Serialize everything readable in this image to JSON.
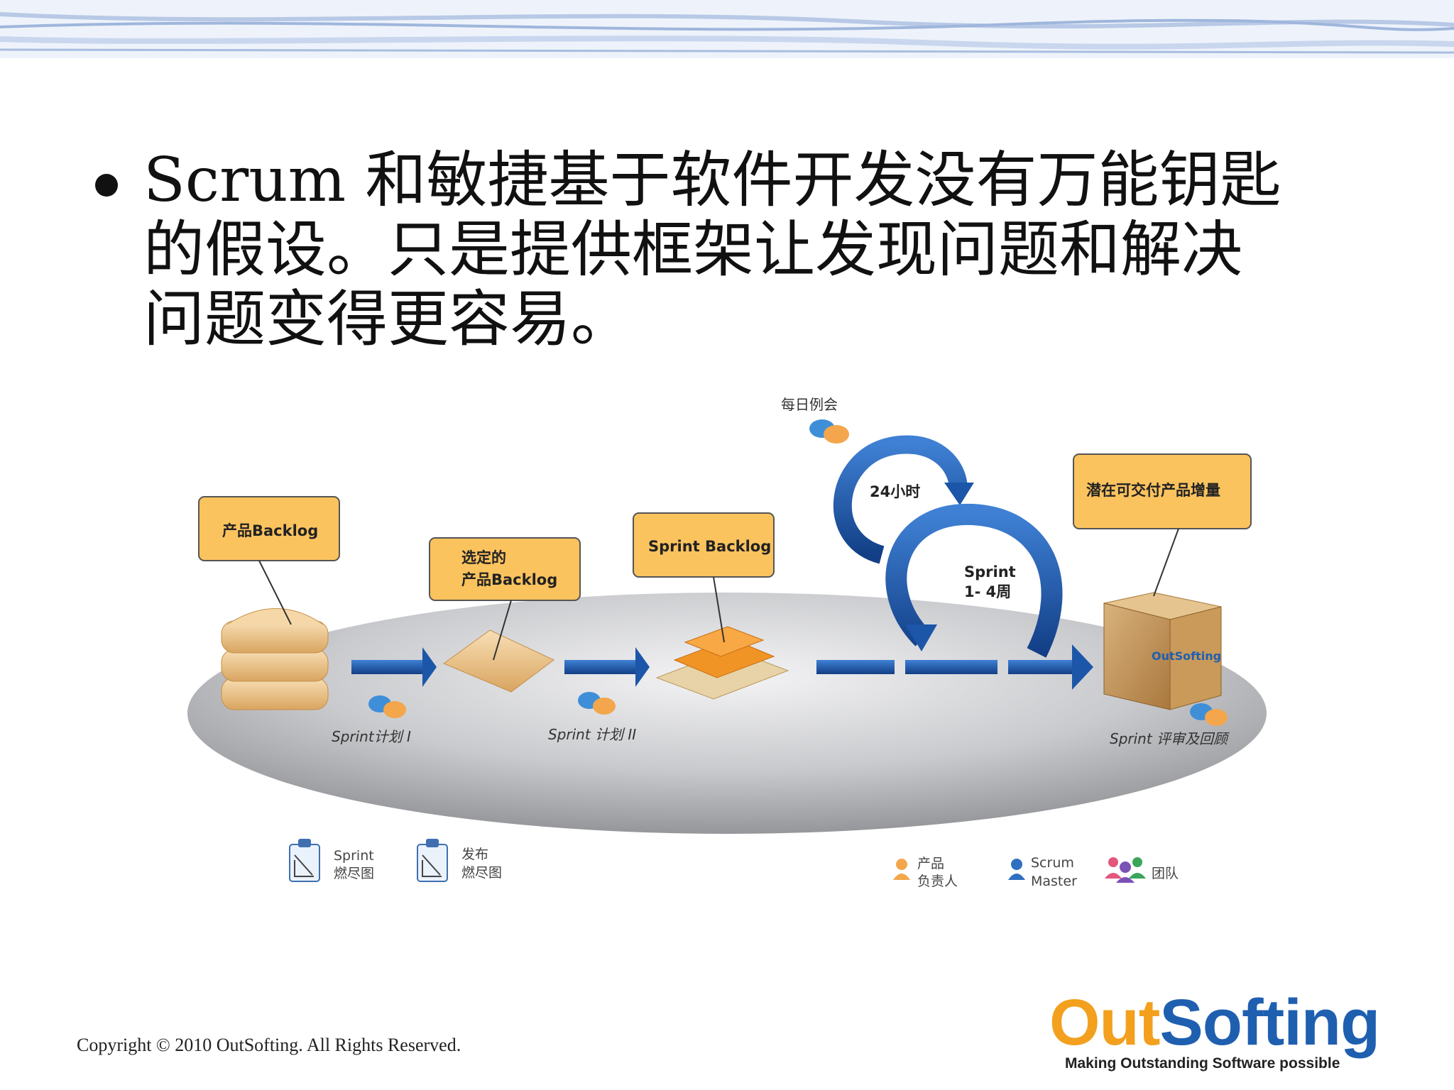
{
  "slide": {
    "bullet_lines": [
      "Scrum 和敏捷基于软件开发没有万能钥匙",
      "的假设。只是提供框架让发现问题和解决",
      "问题变得更容易。"
    ],
    "copyright": "Copyright © 2010 OutSofting. All Rights Reserved."
  },
  "diagram": {
    "daily_meeting": "每日例会",
    "cycle_24h": "24小时",
    "sprint_cycle_line1": "Sprint",
    "sprint_cycle_line2": "1- 4周",
    "callouts": {
      "product_backlog": "产品Backlog",
      "selected_line1": "选定的",
      "selected_line2": "产品Backlog",
      "sprint_backlog": "Sprint Backlog",
      "increment": "潜在可交付产品增量"
    },
    "box_brand": "OutSofting",
    "steps": {
      "planning_1": "Sprint计划 I",
      "planning_2": "Sprint 计划 II",
      "review": "Sprint 评审及回顾"
    },
    "legend": {
      "sprint_burndown_line1": "Sprint",
      "sprint_burndown_line2": "燃尽图",
      "release_burndown_line1": "发布",
      "release_burndown_line2": "燃尽图",
      "product_owner_line1": "产品",
      "product_owner_line2": "负责人",
      "scrum_master_line1": "Scrum",
      "scrum_master_line2": "Master",
      "team": "团队"
    }
  },
  "logo": {
    "out": "Out",
    "softing": "Softing",
    "tagline": "Making Outstanding Software possible"
  },
  "colors": {
    "callout_fill": "#fbc35e",
    "arrow_blue": "#1c56a8",
    "logo_orange": "#f2a01e",
    "logo_blue": "#1f5fb0"
  }
}
